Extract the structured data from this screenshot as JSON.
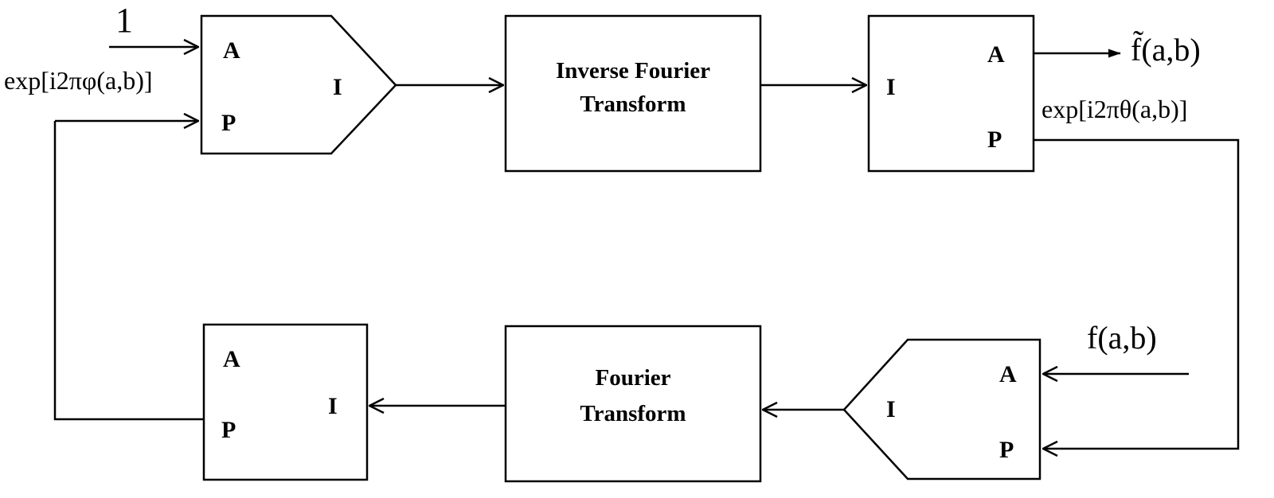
{
  "input_one": "1",
  "input_phase": "exp[i2πφ(a,b)]",
  "output_amplitude": "f̃(a,b)",
  "output_phase": "exp[i2πθ(a,b)]",
  "input_target": "f(a,b)",
  "blocks": {
    "top_left": {
      "port_a": "A",
      "port_p": "P",
      "port_i": "I"
    },
    "inverse_fourier": {
      "line1": "Inverse Fourier",
      "line2": "Transform"
    },
    "top_right": {
      "port_i": "I",
      "port_a": "A",
      "port_p": "P"
    },
    "bottom_right": {
      "port_i": "I",
      "port_a": "A",
      "port_p": "P"
    },
    "fourier": {
      "line1": "Fourier",
      "line2": "Transform"
    },
    "bottom_left": {
      "port_a": "A",
      "port_p": "P",
      "port_i": "I"
    }
  }
}
